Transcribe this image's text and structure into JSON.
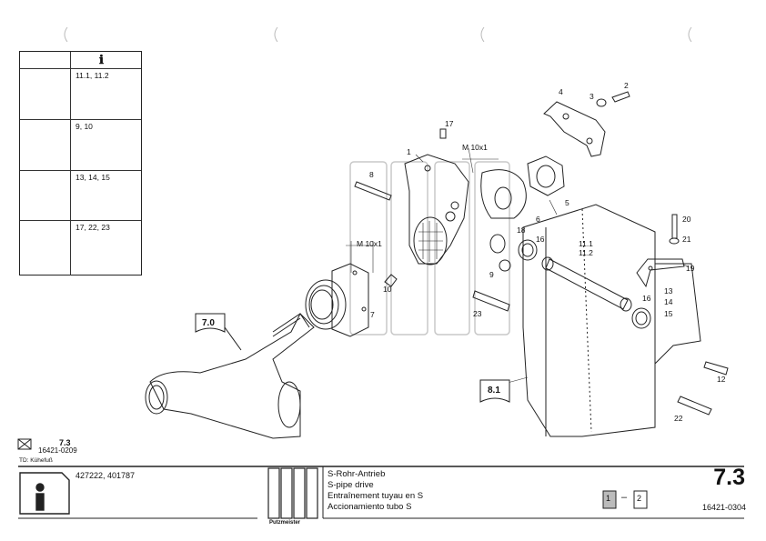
{
  "legend": {
    "header_icon": "info-icon",
    "rows": [
      {
        "icon": "manual-book-icon",
        "refs": "11.1, 11.2"
      },
      {
        "icon": "lubrication-grease-icon",
        "refs": "9, 10"
      },
      {
        "icon": "pipe-inspection-icon",
        "refs": "13, 14, 15"
      },
      {
        "icon": "wrench-icon",
        "refs": "17, 22, 23"
      }
    ]
  },
  "callouts": {
    "m10x1_top": "M 10x1",
    "m10x1_left": "M 10x1",
    "ref_7_0": "7.0",
    "ref_8_1": "8.1",
    "parts": {
      "p1": "1",
      "p2": "2",
      "p3": "3",
      "p4": "4",
      "p5": "5",
      "p6": "6",
      "p7": "7",
      "p8": "8",
      "p9": "9",
      "p10": "10",
      "p11_1": "11.1",
      "p11_2": "11.2",
      "p12": "12",
      "p13": "13",
      "p14": "14",
      "p15": "15",
      "p16a": "16",
      "p16b": "16",
      "p17": "17",
      "p18": "18",
      "p19": "19",
      "p20": "20",
      "p21": "21",
      "p22": "22",
      "p23": "23"
    }
  },
  "crossref": {
    "section": "7.3",
    "number": "16421-0209",
    "td": "TD: Kühefuß"
  },
  "footer": {
    "serial_refs": "427222, 401787",
    "brand": "Putzmeister",
    "title_de": "S-Rohr-Antrieb",
    "title_en": "S-pipe drive",
    "title_fr": "Entraînement tuyau en S",
    "title_es": "Accionamiento tubo S",
    "page_current": "1",
    "page_separator": "–",
    "page_total": "2",
    "section_number": "7.3",
    "document_id": "16421-0304"
  }
}
